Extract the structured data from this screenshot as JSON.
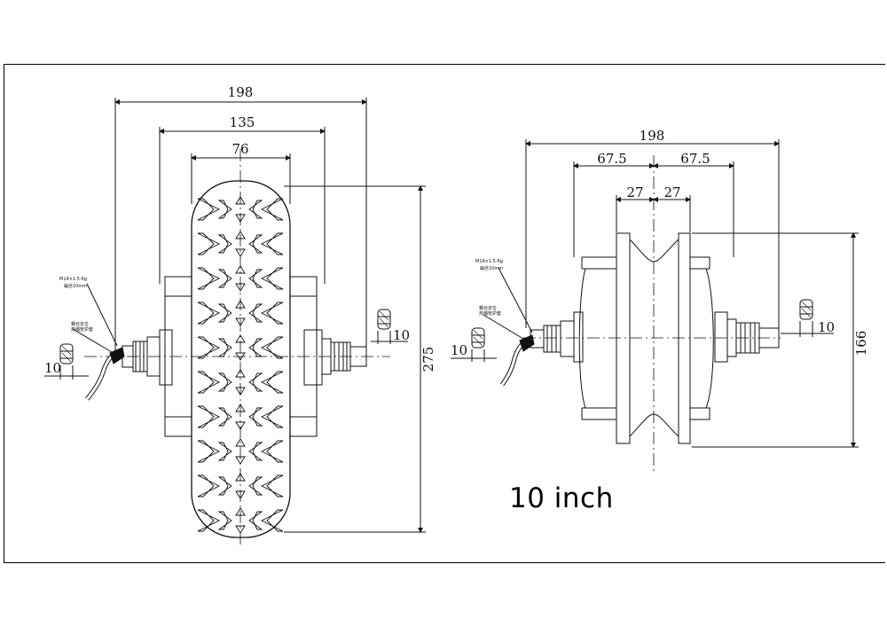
{
  "title": "10 inch",
  "left_view": {
    "dims": {
      "overall_width": "198",
      "middle_width": "135",
      "tire_width": "76",
      "diameter": "275",
      "flat_left": "10",
      "flat_right": "10"
    },
    "thread_note": "M14×1.5-6g",
    "thread_note_2": "扁丝10mm",
    "cable_note": "螺丝定位",
    "cable_note_2": "热缩管护套"
  },
  "right_view": {
    "dims": {
      "overall_width": "198",
      "half_left": "67.5",
      "half_right": "67.5",
      "rim_left": "27",
      "rim_right": "27",
      "diameter": "166",
      "flat_left": "10",
      "flat_right": "10"
    },
    "thread_note": "M14×1.5-6g",
    "thread_note_2": "扁丝10mm",
    "cable_note": "螺丝定位",
    "cable_note_2": "热缩管护套"
  },
  "colors": {
    "line": "#111111",
    "background": "#ffffff"
  }
}
